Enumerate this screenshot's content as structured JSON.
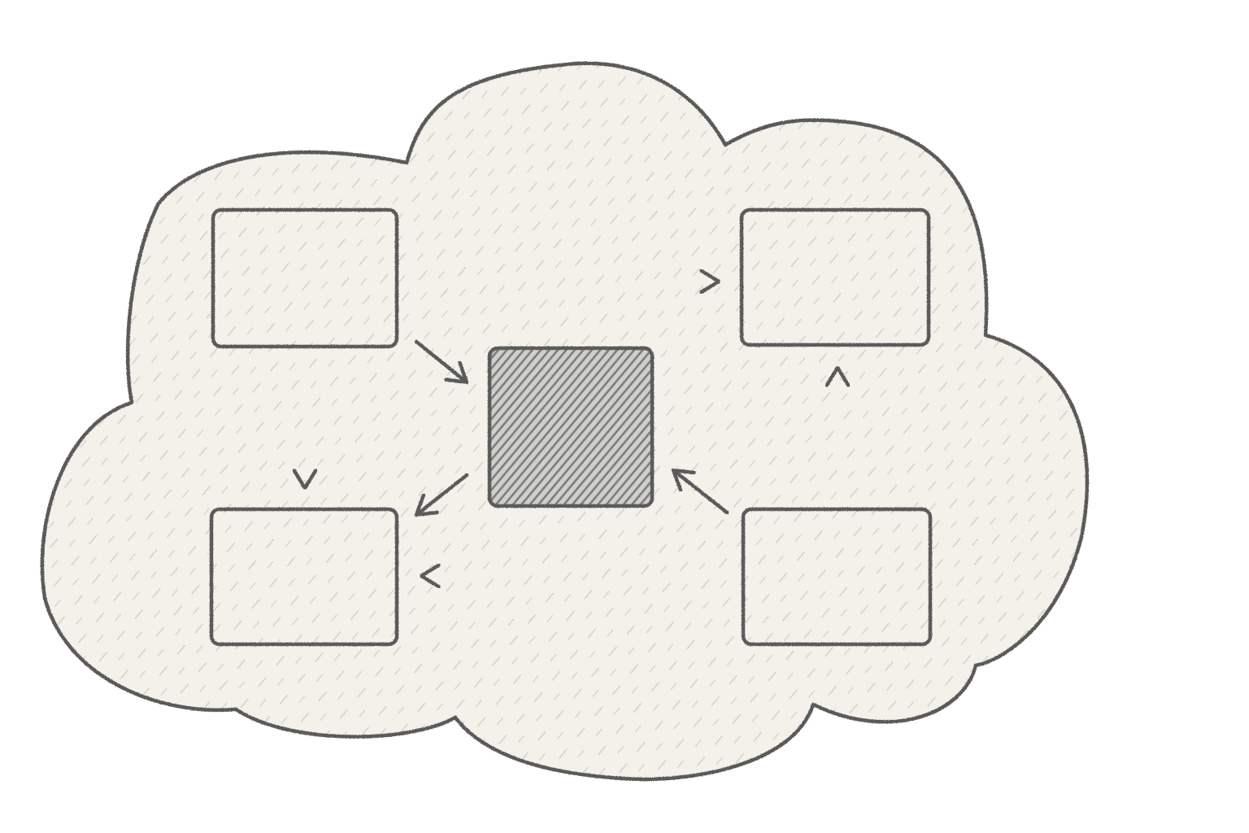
{
  "diagram": {
    "style": "pencil sketch",
    "container": {
      "shape": "cloud",
      "label": ""
    },
    "nodes": [
      {
        "id": "top-left",
        "shape": "rectangle",
        "shading": "light",
        "label": ""
      },
      {
        "id": "top-right",
        "shape": "rectangle",
        "shading": "light",
        "label": ""
      },
      {
        "id": "bottom-left",
        "shape": "rectangle",
        "shading": "light",
        "label": ""
      },
      {
        "id": "bottom-right",
        "shape": "rectangle",
        "shading": "light",
        "label": ""
      },
      {
        "id": "center",
        "shape": "square",
        "shading": "dark",
        "label": ""
      }
    ],
    "edges": [
      {
        "from": "top-left",
        "to": "top-right"
      },
      {
        "from": "top-left",
        "to": "bottom-left"
      },
      {
        "from": "top-left",
        "to": "center"
      },
      {
        "from": "center",
        "to": "bottom-left"
      },
      {
        "from": "bottom-right",
        "to": "center"
      },
      {
        "from": "bottom-right",
        "to": "top-right"
      },
      {
        "from": "bottom-right",
        "to": "bottom-left"
      }
    ]
  },
  "colors": {
    "paper": "#f3f1ea",
    "pencil": "#5a5a5a",
    "hatch_light": "#d2d0c8",
    "hatch_dark": "#7c7c7c",
    "center_fill": "#cfcfcc"
  }
}
